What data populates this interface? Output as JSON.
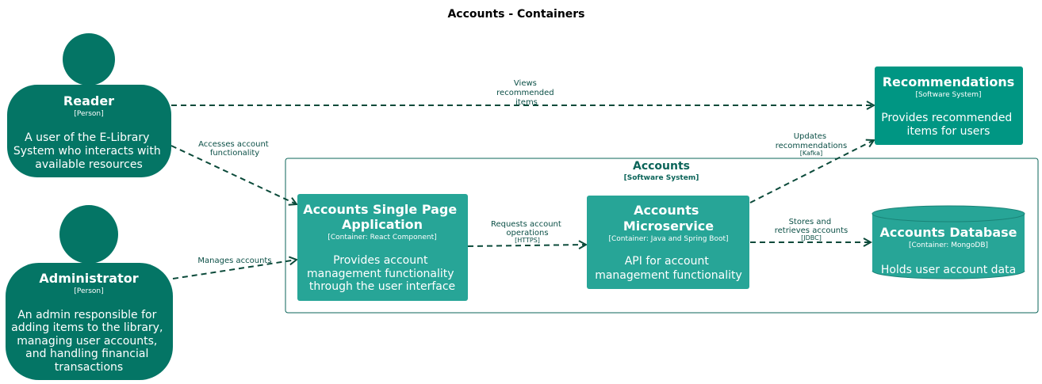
{
  "title": "Accounts - Containers",
  "colors": {
    "person": "#047565",
    "software_system": "#009683",
    "container": "#27a597",
    "boundary_stroke": "#0b6459",
    "relationship": "#0b4a3a"
  },
  "people": {
    "reader": {
      "name": "Reader",
      "type": "[Person]",
      "description": [
        "A user of the E-Library",
        "System who interacts with",
        "available resources"
      ]
    },
    "administrator": {
      "name": "Administrator",
      "type": "[Person]",
      "description": [
        "An admin responsible for",
        "adding items to the library,",
        "managing user accounts,",
        "and handling financial",
        "transactions"
      ]
    }
  },
  "recommendations": {
    "name": "Recommendations",
    "type": "[Software System]",
    "description": [
      "Provides recommended",
      "items for users"
    ]
  },
  "boundary": {
    "name": "Accounts",
    "type": "[Software System]"
  },
  "containers": {
    "spa": {
      "name": [
        "Accounts Single Page",
        "Application"
      ],
      "type": "[Container: React Component]",
      "description": [
        "Provides account",
        "management functionality",
        "through the user interface"
      ]
    },
    "microservice": {
      "name": [
        "Accounts",
        "Microservice"
      ],
      "type": "[Container: Java and Spring Boot]",
      "description": [
        "API for account",
        "management functionality"
      ]
    },
    "database": {
      "name": "Accounts Database",
      "type": "[Container: MongoDB]",
      "description": "Holds user account data"
    }
  },
  "relationships": {
    "reader_to_recommendations": {
      "label": [
        "Views",
        "recommended",
        "items"
      ]
    },
    "reader_to_spa": {
      "label": [
        "Accesses account",
        "functionality"
      ]
    },
    "admin_to_spa": {
      "label": [
        "Manages accounts"
      ]
    },
    "spa_to_microservice": {
      "label": [
        "Requests account",
        "operations"
      ],
      "technology": "[HTTPS]"
    },
    "microservice_to_recommendations": {
      "label": [
        "Updates",
        "recommendations"
      ],
      "technology": "[Kafka]"
    },
    "microservice_to_database": {
      "label": [
        "Stores and",
        "retrieves accounts"
      ],
      "technology": "[JDBC]"
    }
  }
}
